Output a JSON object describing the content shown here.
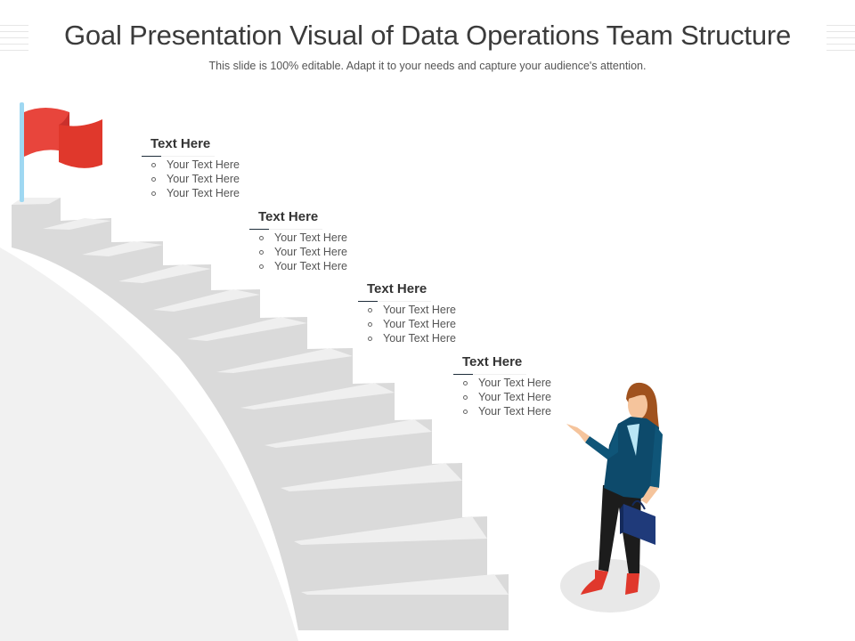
{
  "header": {
    "title": "Goal Presentation Visual of Data Operations Team Structure",
    "subtitle": "This slide is 100% editable. Adapt it to your needs and capture your audience's attention."
  },
  "colors": {
    "flag": "#e8453c",
    "flag_dark": "#c9302c",
    "pole": "#9fd8f2",
    "stair_tread": "#efefef",
    "stair_riser": "#dadada",
    "hill": "#f1f1f1",
    "title_text": "#3b3b3b",
    "body_text": "#555555",
    "jacket": "#0d4a6b",
    "briefcase": "#1f3a7a",
    "shoes": "#e0382c"
  },
  "icons": {
    "goal_flag": "flag-icon",
    "staircase": "staircase-illustration",
    "presenter": "businesswoman-illustration",
    "bullet": "hollow-circle-bullet"
  },
  "blocks": [
    {
      "title": "Text Here",
      "items": [
        "Your Text Here",
        "Your Text Here",
        "Your Text Here"
      ]
    },
    {
      "title": "Text Here",
      "items": [
        "Your Text Here",
        "Your Text Here",
        "Your Text Here"
      ]
    },
    {
      "title": "Text Here",
      "items": [
        "Your Text Here",
        "Your Text Here",
        "Your Text Here"
      ]
    },
    {
      "title": "Text Here",
      "items": [
        "Your Text Here",
        "Your Text Here",
        "Your Text Here"
      ]
    }
  ]
}
